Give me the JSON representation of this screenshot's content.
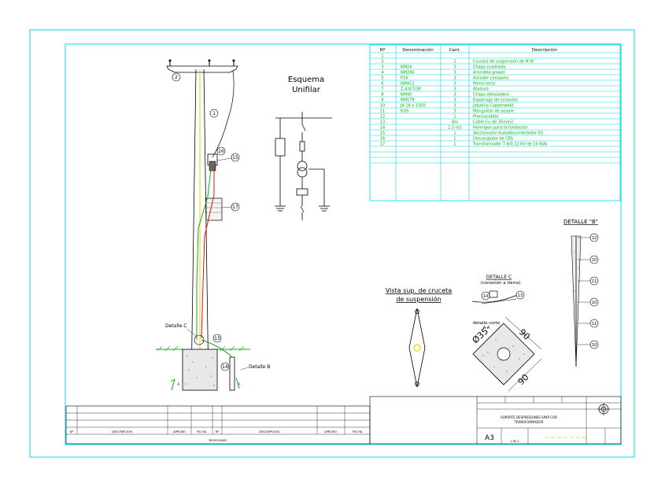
{
  "schema": {
    "title_line1": "Esquema",
    "title_line2": "Unifilar"
  },
  "table": {
    "headers": {
      "no": "Nº",
      "denom": "Denominación",
      "cant": "Cant.",
      "desc": "Descripción"
    },
    "rows": [
      {
        "no": "1",
        "denom": "",
        "cant": "",
        "desc": ""
      },
      {
        "no": "2",
        "denom": "",
        "cant": "1",
        "desc": "Cruceta de suspensión de H°A°"
      },
      {
        "no": "3",
        "denom": "NM24",
        "cant": "3",
        "desc": "Chapa cuadrada"
      },
      {
        "no": "4",
        "denom": "NM26b",
        "cant": "3",
        "desc": "Arandela grower"
      },
      {
        "no": "5",
        "denom": "P16",
        "cant": "3",
        "desc": "Aislador campana"
      },
      {
        "no": "6",
        "denom": "NM412",
        "cant": "3",
        "desc": "Perno recto"
      },
      {
        "no": "7",
        "denom": "Z-4-8-T/38",
        "cant": "3",
        "desc": "Atadura"
      },
      {
        "no": "8",
        "denom": "NM40",
        "cant": "3",
        "desc": "Chapa abrazadera"
      },
      {
        "no": "9",
        "denom": "NM179",
        "cant": "3",
        "desc": "Esparrago de conexión"
      },
      {
        "no": "10",
        "denom": "JA 16 x 1500",
        "cant": "3",
        "desc": "Jabalina Copperweld"
      },
      {
        "no": "11",
        "denom": "N16",
        "cant": "3",
        "desc": "Manguitos de acople"
      },
      {
        "no": "12",
        "denom": "",
        "cant": "1",
        "desc": "Prensacables"
      },
      {
        "no": "13",
        "denom": "",
        "cant": "8m",
        "desc": "Cable Cu de 35mm2"
      },
      {
        "no": "14",
        "denom": "",
        "cant": "1.5 m3",
        "desc": "Hormigon para la fundación"
      },
      {
        "no": "15",
        "denom": "",
        "cant": "1",
        "desc": "Seccionador Autodesconectador XS"
      },
      {
        "no": "16",
        "denom": "",
        "cant": "1",
        "desc": "Descargador de CEb"
      },
      {
        "no": "17",
        "denom": "",
        "cant": "1",
        "desc": "Transformador 7.6/0.22 KV de 10 KVA"
      }
    ]
  },
  "pole": {
    "detalle_c": "Detalle C",
    "detalle_b": "Detalle B"
  },
  "callouts": {
    "c1": "1",
    "c2": "2",
    "c13": "13",
    "c14": "14",
    "c15": "15",
    "c16": "16",
    "c17": "17"
  },
  "vista": {
    "line1": "Vista sup. de cruceta",
    "line2": "de suspensión"
  },
  "detalle_c": {
    "title": "DETALLE C",
    "subtitle": "(conexión a tierra)",
    "c14": "14",
    "c13": "13"
  },
  "corte": {
    "title": "detalle corte",
    "subtitle": "A-A",
    "dim_diam": "Ø35",
    "dim_top": "90",
    "dim_side": "90"
  },
  "detalle_b": {
    "title": "DETALLE \"B\"",
    "labels": [
      "12",
      "10",
      "11",
      "10",
      "11",
      "10"
    ]
  },
  "revisions": {
    "col_no": "Nº",
    "col_desc": "DESCRIPCION",
    "col_aprob": "APROBO",
    "col_fecha": "FECHA",
    "col_no2": "Nº",
    "col_desc2": "DESCRIPCION",
    "col_aprob2": "APROBO",
    "col_fecha2": "FECHA",
    "footer": "REVISIONES"
  },
  "titleblock": {
    "line1": "SOPORTE DESPRESIONES SPAP COR",
    "line2": "TRANSFORMADOR",
    "size": "A3",
    "sheet": "1 DE 1"
  },
  "colors": {
    "border": "#00d8e8",
    "pole": "#000000",
    "green": "#1aa51a",
    "red": "#e01010",
    "yellow": "#e6d200",
    "table_text": "#00b000"
  }
}
